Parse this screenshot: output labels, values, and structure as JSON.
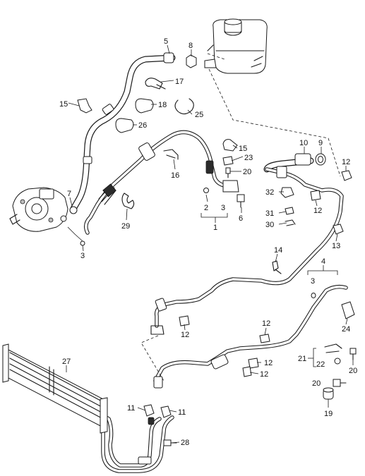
{
  "callouts": {
    "c1": "1",
    "c2": "2",
    "c3_a": "3",
    "c3_b": "3",
    "c3_c": "3",
    "c4": "4",
    "c5": "5",
    "c6": "6",
    "c7": "7",
    "c8": "8",
    "c9": "9",
    "c10": "10",
    "c11_a": "11",
    "c11_b": "11",
    "c12_a": "12",
    "c12_b": "12",
    "c12_c": "12",
    "c12_d": "12",
    "c12_e": "12",
    "c12_f": "12",
    "c13": "13",
    "c14": "14",
    "c15_a": "15",
    "c15_b": "15",
    "c16": "16",
    "c17": "17",
    "c18": "18",
    "c19": "19",
    "c20_a": "20",
    "c20_b": "20",
    "c20_c": "20",
    "c21": "21",
    "c22": "22",
    "c23": "23",
    "c24": "24",
    "c25": "25",
    "c26": "26",
    "c27": "27",
    "c28": "28",
    "c29": "29",
    "c30": "30",
    "c31": "31",
    "c32": "32"
  }
}
